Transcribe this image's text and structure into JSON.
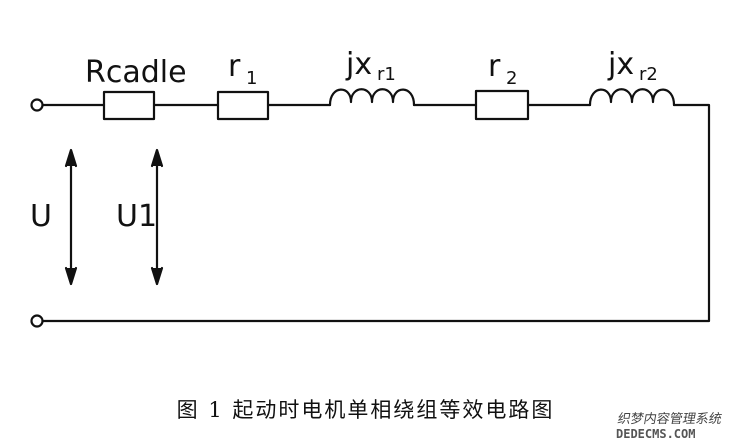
{
  "components": {
    "rcadle": "Rcadle",
    "r1": {
      "base": "r",
      "sub": "1"
    },
    "jxr1": {
      "base": "jx",
      "sub": "r1"
    },
    "r2": {
      "base": "r",
      "sub": "2"
    },
    "jxr2": {
      "base": "jx",
      "sub": "r2"
    }
  },
  "voltages": {
    "u": "U",
    "u1": "U1"
  },
  "caption": "图 1  起动时电机单相绕组等效电路图",
  "watermark": {
    "cn": "织梦内容管理系统",
    "en": "DEDECMS.COM"
  }
}
